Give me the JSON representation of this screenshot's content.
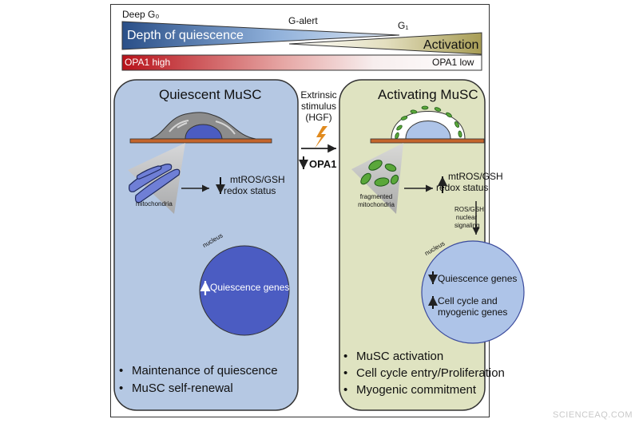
{
  "header": {
    "deep_g0": "Deep G₀",
    "depth_of_quiescence": "Depth of quiescence",
    "g_alert": "G-alert",
    "g1": "G₁",
    "activation": "Activation",
    "opa1_high": "OPA1 high",
    "opa1_low": "OPA1 low"
  },
  "colors": {
    "quiescent_panel": "#b5c8e3",
    "activating_panel": "#dfe3c1",
    "nucleus_quiescent": "#4b5cc2",
    "nucleus_activating": "#aec4e8",
    "substrate": "#c4652c",
    "mito_green": "#5aa73a",
    "opa1_red": "#c0141c",
    "quiescence_triangle": "#2a4f88",
    "activation_triangle": "#a89d55",
    "lightning": "#e08a1e"
  },
  "middle": {
    "stimulus": [
      "Extrinsic",
      "stimulus",
      "(HGF)"
    ],
    "opa1": "OPA1"
  },
  "left_panel": {
    "title": "Quiescent MuSC",
    "mitochondria_label": "mitochondria",
    "redox_line1": "mtROS/GSH",
    "redox_line2": "redox status",
    "nucleus_label": "nucleus",
    "genes": "Quiescence genes",
    "bullets": [
      "Maintenance of quiescence",
      "MuSC self-renewal"
    ]
  },
  "right_panel": {
    "title": "Activating MuSC",
    "mitochondria_line1": "fragmented",
    "mitochondria_line2": "mitochondria",
    "redox_line1": "mtROS/GSH",
    "redox_line2": "redox status",
    "signaling": [
      "ROS/GSH",
      "nuclear",
      "signaling"
    ],
    "nucleus_label": "nucleus",
    "gene_down": "Quiescence genes",
    "gene_up_line1": "Cell cycle and",
    "gene_up_line2": "myogenic genes",
    "bullets": [
      "MuSC activation",
      "Cell cycle entry/Proliferation",
      "Myogenic commitment"
    ]
  },
  "watermark": "SCIENCEAQ.COM"
}
